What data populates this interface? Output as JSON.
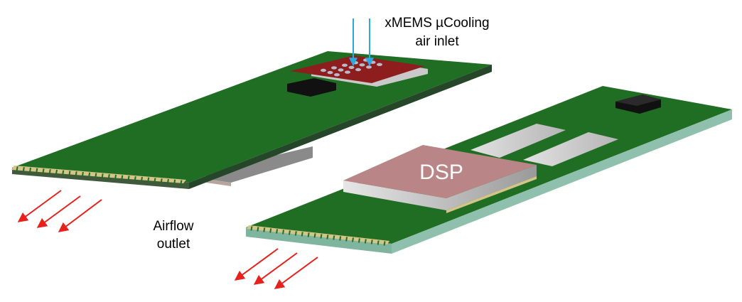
{
  "labels": {
    "inlet_line1": "xMEMS µCooling",
    "inlet_line2": "air inlet",
    "outlet_line1": "Airflow",
    "outlet_line2": "outlet",
    "chip": "DSP"
  },
  "colors": {
    "pcb_top": "#1f6e23",
    "pcb_edge": "#26462a",
    "pcb_edge_side": "#8fc0ad",
    "gold": "#d3c487",
    "cooler": "#8e1e1e",
    "dsp_top": "#b98586",
    "inlet_arrow": "#29abe2",
    "outlet_arrow": "#e8201b"
  }
}
